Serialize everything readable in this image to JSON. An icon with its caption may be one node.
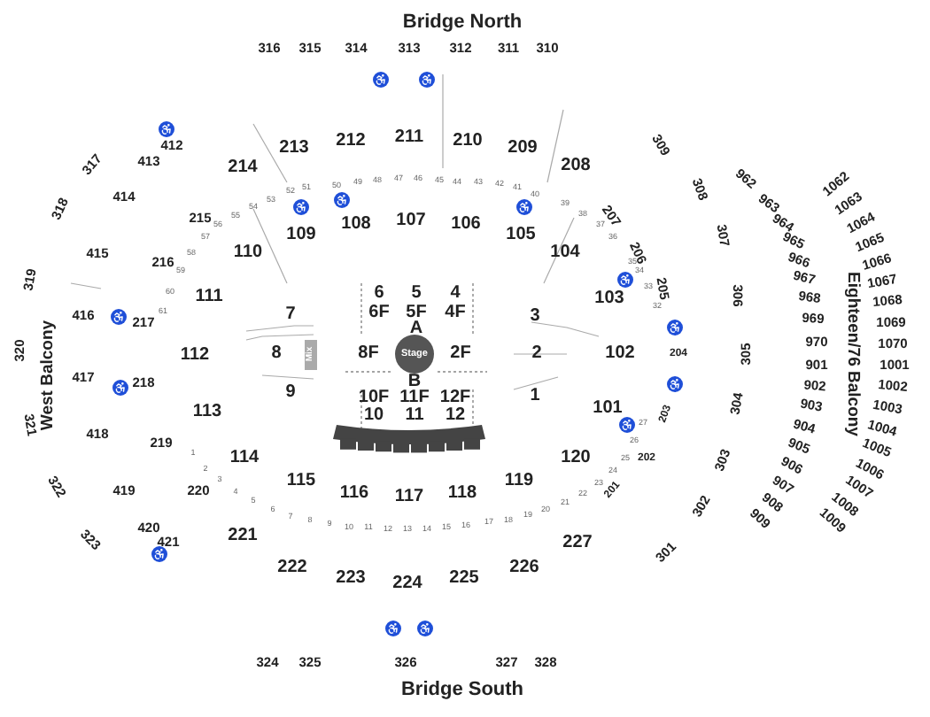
{
  "diagram": {
    "nodes": [
      {
        "text": [
          "Stage"
        ]
      },
      {
        "text": [
          "Mix"
        ]
      }
    ],
    "labels": [
      "Bridge North",
      "316",
      "315",
      "314",
      "313",
      "312",
      "311",
      "310",
      "317",
      "318",
      "319",
      "320",
      "321",
      "322",
      "323",
      "West Balcony",
      "412",
      "413",
      "414",
      "415",
      "416",
      "417",
      "418",
      "419",
      "420",
      "421",
      "214",
      "213",
      "212",
      "211",
      "210",
      "209",
      "208",
      "207",
      "206",
      "205",
      "204",
      "203",
      "202",
      "201",
      "215",
      "216",
      "217",
      "218",
      "219",
      "220",
      "221",
      "222",
      "223",
      "224",
      "225",
      "226",
      "227",
      "110",
      "109",
      "108",
      "107",
      "106",
      "105",
      "104",
      "111",
      "103",
      "112",
      "102",
      "113",
      "101",
      "114",
      "120",
      "115",
      "119",
      "116",
      "117",
      "118",
      "6",
      "5",
      "4",
      "6F",
      "5F",
      "4F",
      "A",
      "7",
      "3",
      "8",
      "8F",
      "2F",
      "2",
      "B",
      "9",
      "10F",
      "11F",
      "12F",
      "1",
      "10",
      "11",
      "12",
      "309",
      "308",
      "307",
      "306",
      "305",
      "304",
      "303",
      "302",
      "301",
      "962",
      "963",
      "964",
      "965",
      "966",
      "967",
      "968",
      "969",
      "970",
      "901",
      "902",
      "903",
      "904",
      "905",
      "906",
      "907",
      "908",
      "909",
      "1062",
      "1063",
      "1064",
      "1065",
      "1066",
      "1067",
      "1068",
      "1069",
      "1070",
      "1001",
      "1002",
      "1003",
      "1004",
      "1005",
      "1006",
      "1007",
      "1008",
      "1009",
      "Eighteen/76 Balcony",
      "324",
      "325",
      "326",
      "327",
      "328",
      "Bridge South",
      "1",
      "2",
      "3",
      "4",
      "5",
      "6",
      "7",
      "8",
      "9",
      "10",
      "11",
      "12",
      "13",
      "14",
      "15",
      "16",
      "17",
      "18",
      "19",
      "20",
      "21",
      "22",
      "23",
      "24",
      "25",
      "26",
      "27",
      "50",
      "49",
      "48",
      "47",
      "46",
      "45",
      "44",
      "43",
      "42",
      "41",
      "40",
      "39",
      "38",
      "37",
      "36",
      "35",
      "34",
      "33",
      "32",
      "51",
      "52",
      "53",
      "54",
      "55",
      "56",
      "57",
      "58",
      "59",
      "60",
      "61"
    ]
  }
}
